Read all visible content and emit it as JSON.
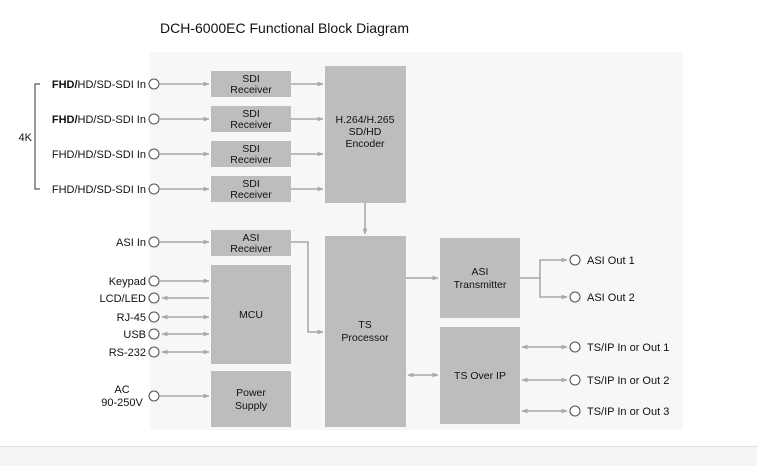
{
  "title": "DCH-6000EC Functional Block Diagram",
  "inputs": {
    "sdi": [
      {
        "bold": "FHD/",
        "rest": "HD/SD-SDI In"
      },
      {
        "bold": "FHD/",
        "rest": "HD/SD-SDI In"
      },
      {
        "bold": "",
        "rest": "FHD/HD/SD-SDI In"
      },
      {
        "bold": "",
        "rest": "FHD/HD/SD-SDI In"
      }
    ],
    "group_4k": "4K",
    "asi_in": "ASI In",
    "mcu_ports": [
      "Keypad",
      "LCD/LED",
      "RJ-45",
      "USB",
      "RS-232"
    ],
    "ac": [
      "AC",
      "90-250V"
    ]
  },
  "blocks": {
    "sdi_receiver": [
      "SDI",
      "Receiver"
    ],
    "encoder": [
      "H.264/H.265",
      "SD/HD",
      "Encoder"
    ],
    "asi_receiver": [
      "ASI",
      "Receiver"
    ],
    "mcu": "MCU",
    "power": [
      "Power",
      "Supply"
    ],
    "ts_processor": [
      "TS",
      "Processor"
    ],
    "asi_transmitter": [
      "ASI",
      "Transmitter"
    ],
    "ts_over_ip": "TS Over IP"
  },
  "outputs": {
    "asi": [
      "ASI Out 1",
      "ASI Out 2"
    ],
    "tsip": [
      "TS/IP In or Out 1",
      "TS/IP In or Out 2",
      "TS/IP In or Out 3"
    ]
  },
  "colors": {
    "block": "#bdbdbd",
    "line": "#a9a9a9",
    "port": "#555555"
  }
}
